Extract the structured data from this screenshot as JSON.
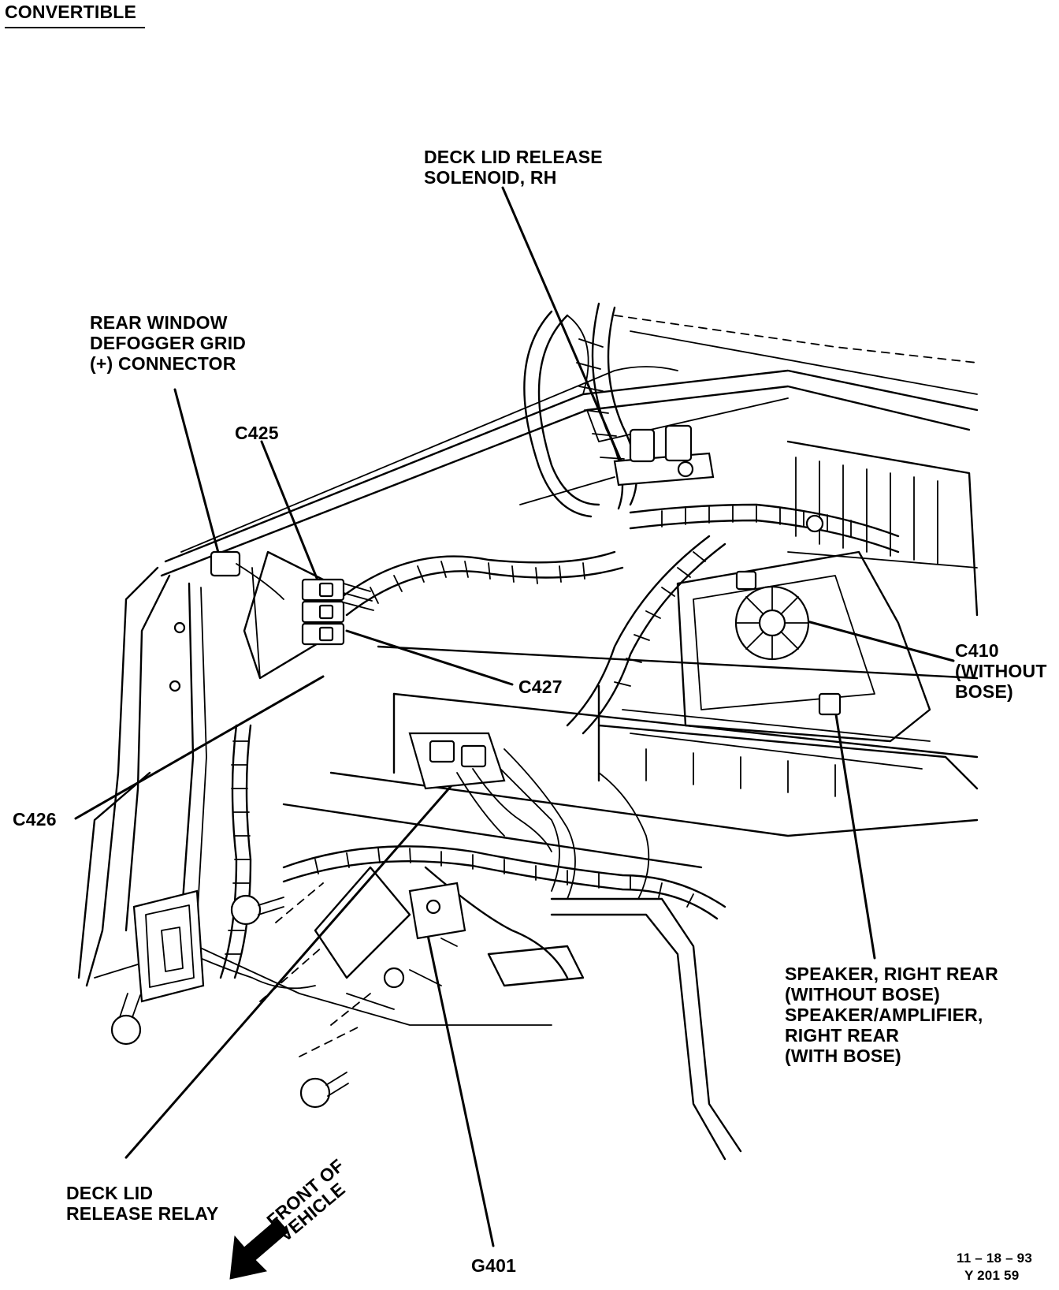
{
  "header": {
    "title": "CONVERTIBLE"
  },
  "labels": {
    "deck_lid_solenoid": "DECK LID RELEASE\nSOLENOID, RH",
    "defogger": "REAR WINDOW\nDEFOGGER GRID\n(+) CONNECTOR",
    "c425": "C425",
    "c427": "C427",
    "c410": "C410\n(WITHOUT\nBOSE)",
    "c426": "C426",
    "speaker": "SPEAKER, RIGHT REAR\n(WITHOUT BOSE)\nSPEAKER/AMPLIFIER,\nRIGHT REAR\n(WITH BOSE)",
    "relay": "DECK LID\nRELEASE RELAY",
    "front": "FRONT OF\nVEHICLE",
    "g401": "G401",
    "date": "11 – 18 – 93",
    "figure_id": "Y 201 59"
  }
}
